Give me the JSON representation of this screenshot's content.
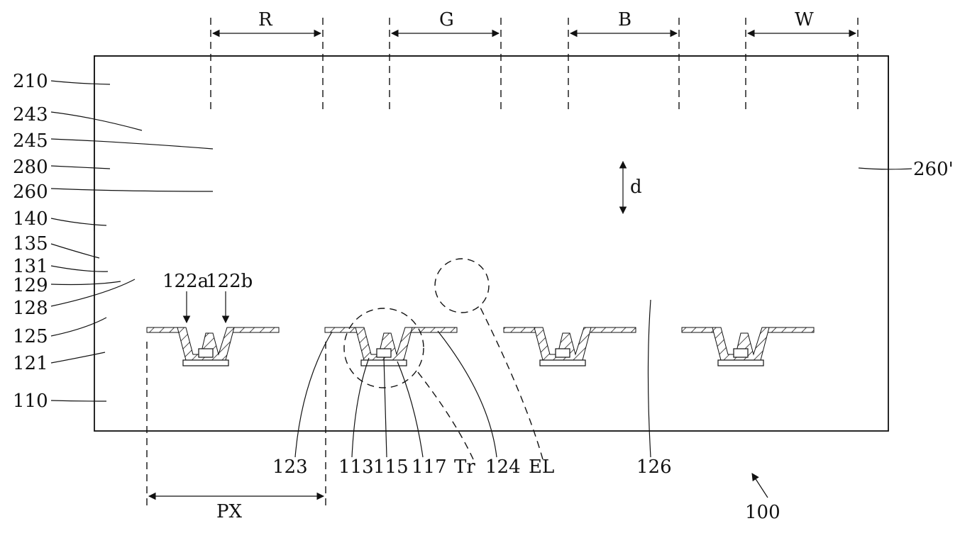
{
  "labels": {
    "l210": "210",
    "l243": "243",
    "l245": "245",
    "l280": "280",
    "l260": "260",
    "l140": "140",
    "l135": "135",
    "l131": "131",
    "l129": "129",
    "l128": "128",
    "l125": "125",
    "l121": "121",
    "l110": "110",
    "l122a": "122a",
    "l122b": "122b",
    "l260p": "260'",
    "ld": "d",
    "l123": "123",
    "l113": "113",
    "l115": "115",
    "l117": "117",
    "lTr": "Tr",
    "l124": "124",
    "lEL": "EL",
    "l126": "126",
    "lPX": "PX",
    "l100": "100",
    "R": "R",
    "G": "G",
    "B": "B",
    "W": "W"
  }
}
